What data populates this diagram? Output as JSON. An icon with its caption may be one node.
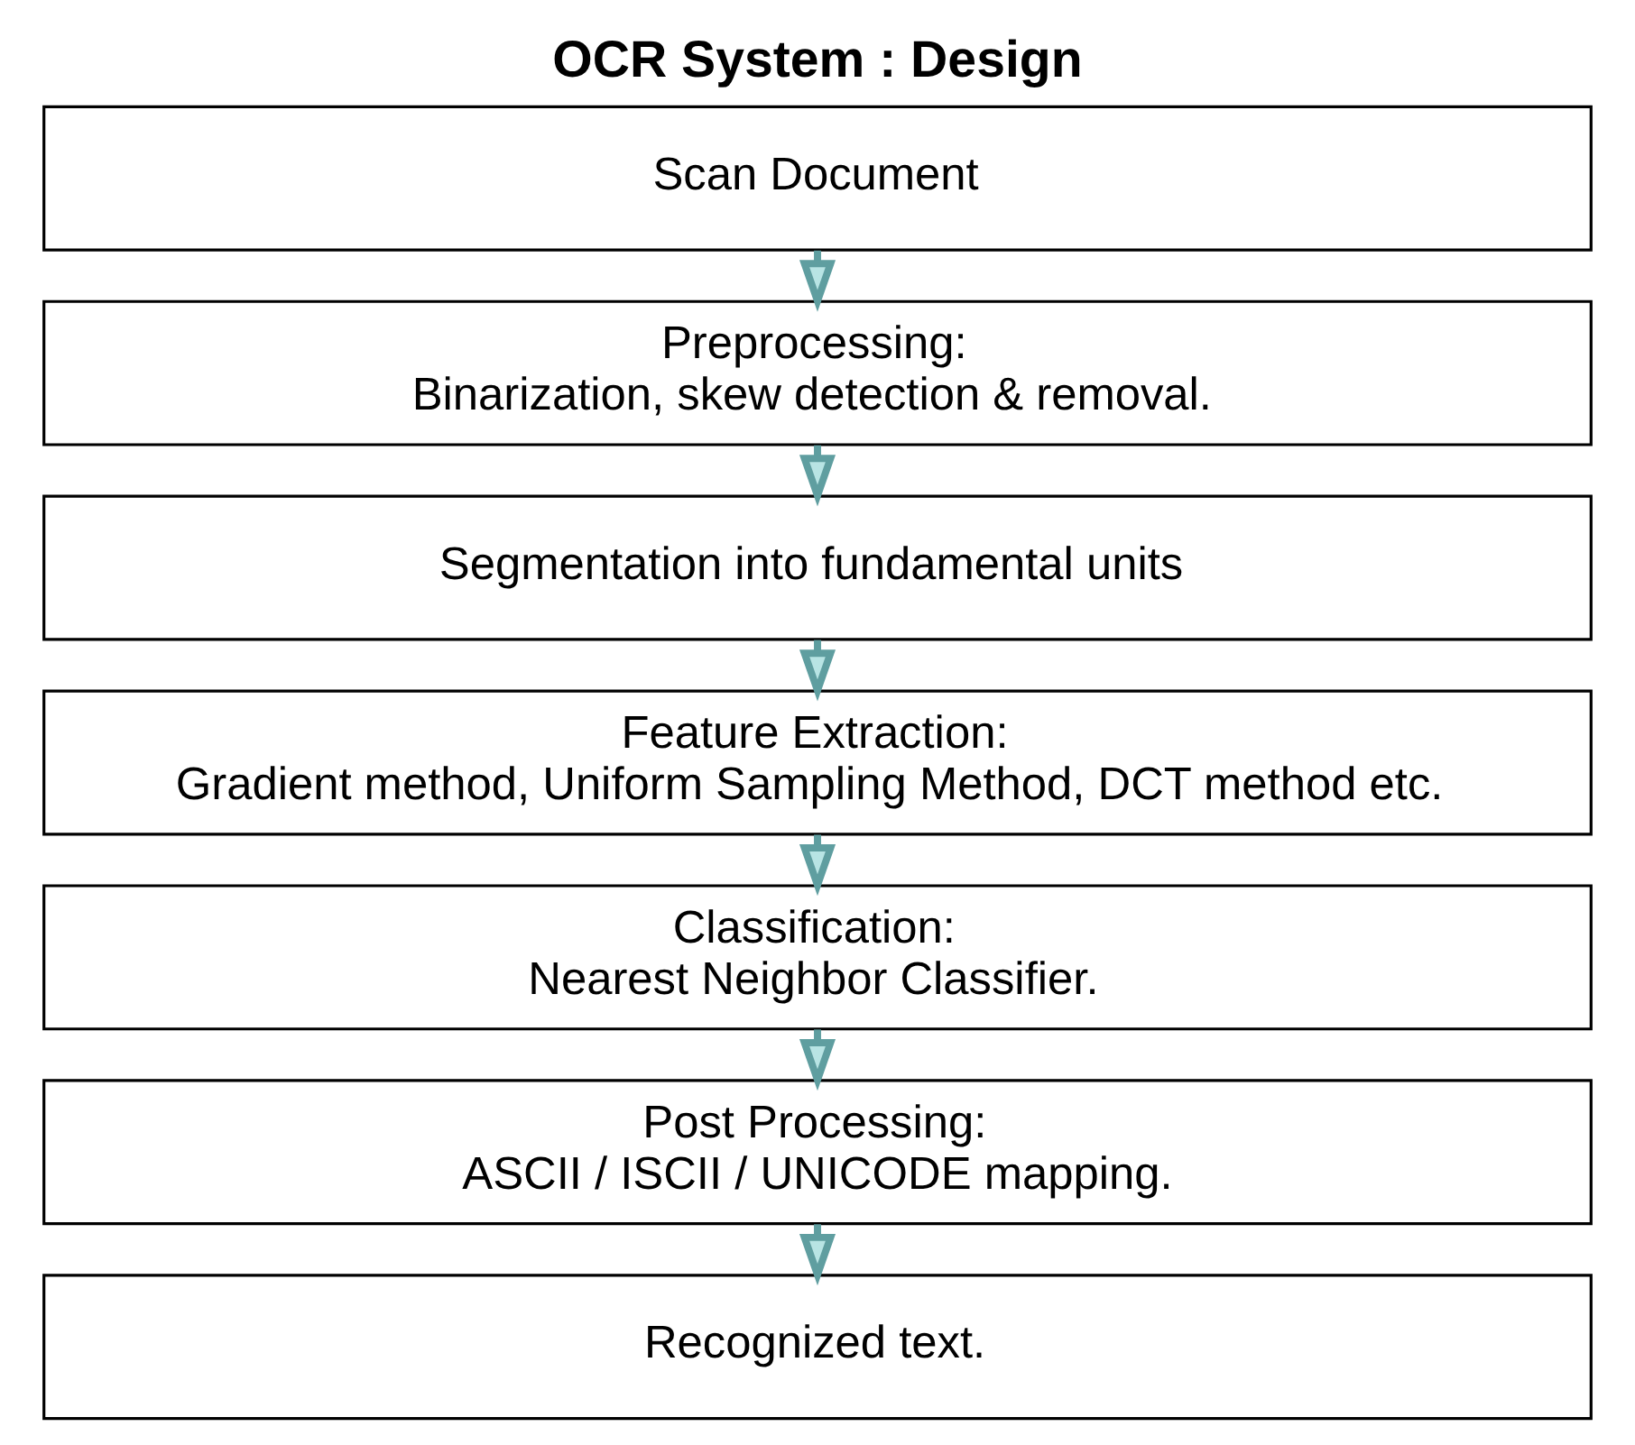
{
  "diagram": {
    "title": "OCR System : Design",
    "nodes": [
      {
        "text": [
          "Scan Document"
        ]
      },
      {
        "text": [
          "Preprocessing:",
          "Binarization, skew detection & removal."
        ]
      },
      {
        "text": [
          "Segmentation into fundamental units"
        ]
      },
      {
        "text": [
          "Feature Extraction:",
          "Gradient method, Uniform Sampling Method, DCT method etc."
        ]
      },
      {
        "text": [
          "Classification:",
          "Nearest Neighbor Classifier."
        ]
      },
      {
        "text": [
          "Post Processing:",
          "ASCII / ISCII / UNICODE mapping."
        ]
      },
      {
        "text": [
          "Recognized text."
        ]
      }
    ],
    "edges": [
      {
        "from": 0,
        "to": 1,
        "arrow": "to"
      },
      {
        "from": 1,
        "to": 2,
        "arrow": "to"
      },
      {
        "from": 2,
        "to": 3,
        "arrow": "to"
      },
      {
        "from": 3,
        "to": 4,
        "arrow": "to"
      },
      {
        "from": 4,
        "to": 5,
        "arrow": "to"
      },
      {
        "from": 5,
        "to": 6,
        "arrow": "to"
      }
    ]
  }
}
